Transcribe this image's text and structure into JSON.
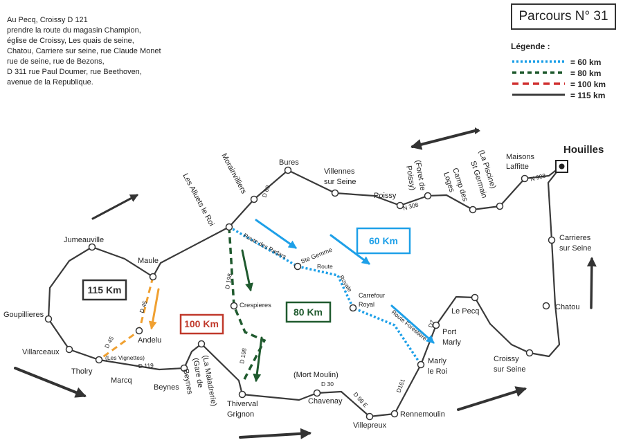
{
  "intro": {
    "lines": [
      "Au Pecq, Croissy D 121",
      "prendre la route du magasin Champion,",
      "église de Croissy, Les quais de seine,",
      "Chatou, Carriere sur seine, rue Claude Monet",
      "rue de seine, rue de Bezons,",
      "D 311 rue Paul Doumer, rue Beethoven,",
      "avenue de la Republique."
    ]
  },
  "title": "Parcours N° 31",
  "legend": {
    "title": "Légende :",
    "items": [
      {
        "label": "=   60 km",
        "color": "#1ea0e8",
        "style": "dotted"
      },
      {
        "label": "=   80 km",
        "color": "#1f5a2e",
        "style": "dashed"
      },
      {
        "label": "= 100 km",
        "color": "#d03030",
        "style": "dashed"
      },
      {
        "label": "= 115 km",
        "color": "#3a3a3a",
        "style": "solid"
      }
    ]
  },
  "boxes": {
    "km115": {
      "label": "115 Km",
      "color": "#333333"
    },
    "km100": {
      "label": "100 Km",
      "color": "#c0392b"
    },
    "km80": {
      "label": "80 Km",
      "color": "#1f5a2e"
    },
    "km60": {
      "label": "60 Km",
      "color": "#1ea0e8"
    }
  },
  "places": {
    "houilles": "Houilles",
    "maisons1": "Maisons",
    "maisons2": "Laffitte",
    "carrieres1": "Carrieres",
    "carrieres2": "sur Seine",
    "chatou": "Chatou",
    "croissy1": "Croissy",
    "croissy2": "sur Seine",
    "lepecq": "Le Pecq",
    "portmarly1": "Port",
    "portmarly2": "Marly",
    "marly1": "Marly",
    "marly2": "le Roi",
    "rennemoulin": "Rennemoulin",
    "villepreux": "Villepreux",
    "chavenay": "Chavenay",
    "mortmoulin": "(Mort Moulin)",
    "thiverval1": "Thiverval",
    "thiverval2": "Grignon",
    "beynes": "Beynes",
    "maladrerie1": "(La Maladrerie)",
    "maladrerie2": "(Gare de",
    "maladrerie3": "Beynes",
    "marcq": "Marcq",
    "vignettes": "(Les Vignettes)",
    "tholry": "Tholry",
    "villarceaux": "Villarceaux",
    "goupillieres": "Goupillieres",
    "jumeauville": "Jumeauville",
    "maule": "Maule",
    "andelu": "Andelu",
    "alluets": "Les Alluets le Roi",
    "morainvilliers": "Morainvilliers",
    "bures": "Bures",
    "villennes1": "Villennes",
    "villennes2": "sur Seine",
    "poissy": "Poissy",
    "foret1": "(Foret de",
    "foret2": "Poissy)",
    "camp1": "Camp des",
    "camp2": "Loges",
    "piscine1": "(La Piscine)",
    "piscine2": "St Germain",
    "crespieres": "Crespieres",
    "stegemme": "Ste Gemme",
    "carrefour1": "Carrefour",
    "carrefour2": "Royal"
  },
  "roads": {
    "n308a": "N 308",
    "n308b": "N 308",
    "d69": "D 69",
    "d45a": "D 45",
    "d45b": "D 45",
    "d119": "D 119",
    "d198a": "D 198",
    "d198b": "D 198",
    "d30": "D 30",
    "d98e": "D 98 E",
    "d161": "D161",
    "d7": "D7",
    "radars": "Route des Radars",
    "royale1": "Route",
    "royale2": "Royale",
    "forestiere": "Route Forestiere"
  }
}
